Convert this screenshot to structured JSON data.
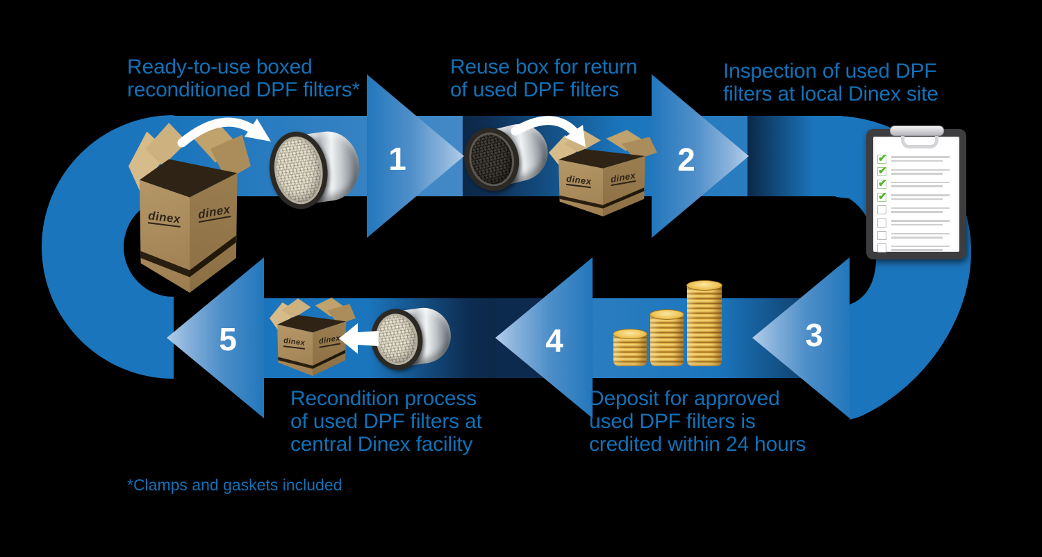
{
  "colors": {
    "primary_blue": "#1b75bc",
    "dark_navy": "#0c2a4e",
    "tip_light": "#b3cde8",
    "text_blue": "#1271b7",
    "number_white": "#ffffff",
    "coin_gold": "#e9b845",
    "check_green": "#53b32c",
    "cardboard": "#ab8d5e"
  },
  "steps": [
    {
      "number": "1",
      "label": "Ready-to-use boxed\nreconditioned DPF filters*"
    },
    {
      "number": "2",
      "label": "Reuse box for return\nof used DPF filters"
    },
    {
      "number": "3",
      "label": "Inspection of used DPF\nfilters at local Dinex site"
    },
    {
      "number": "4",
      "label": "Deposit for approved\nused DPF filters is\ncredited within 24 hours"
    },
    {
      "number": "5",
      "label": "Recondition process\nof used DPF filters at\ncentral Dinex facility"
    }
  ],
  "footnote": "*Clamps and gaskets included",
  "brand": {
    "logo": "dinex"
  },
  "clipboard": {
    "items": [
      true,
      true,
      true,
      true,
      false,
      false,
      false,
      false
    ]
  },
  "deposit": {
    "stacks": [
      {
        "coins": 6
      },
      {
        "coins": 10
      },
      {
        "coins": 16
      }
    ]
  }
}
